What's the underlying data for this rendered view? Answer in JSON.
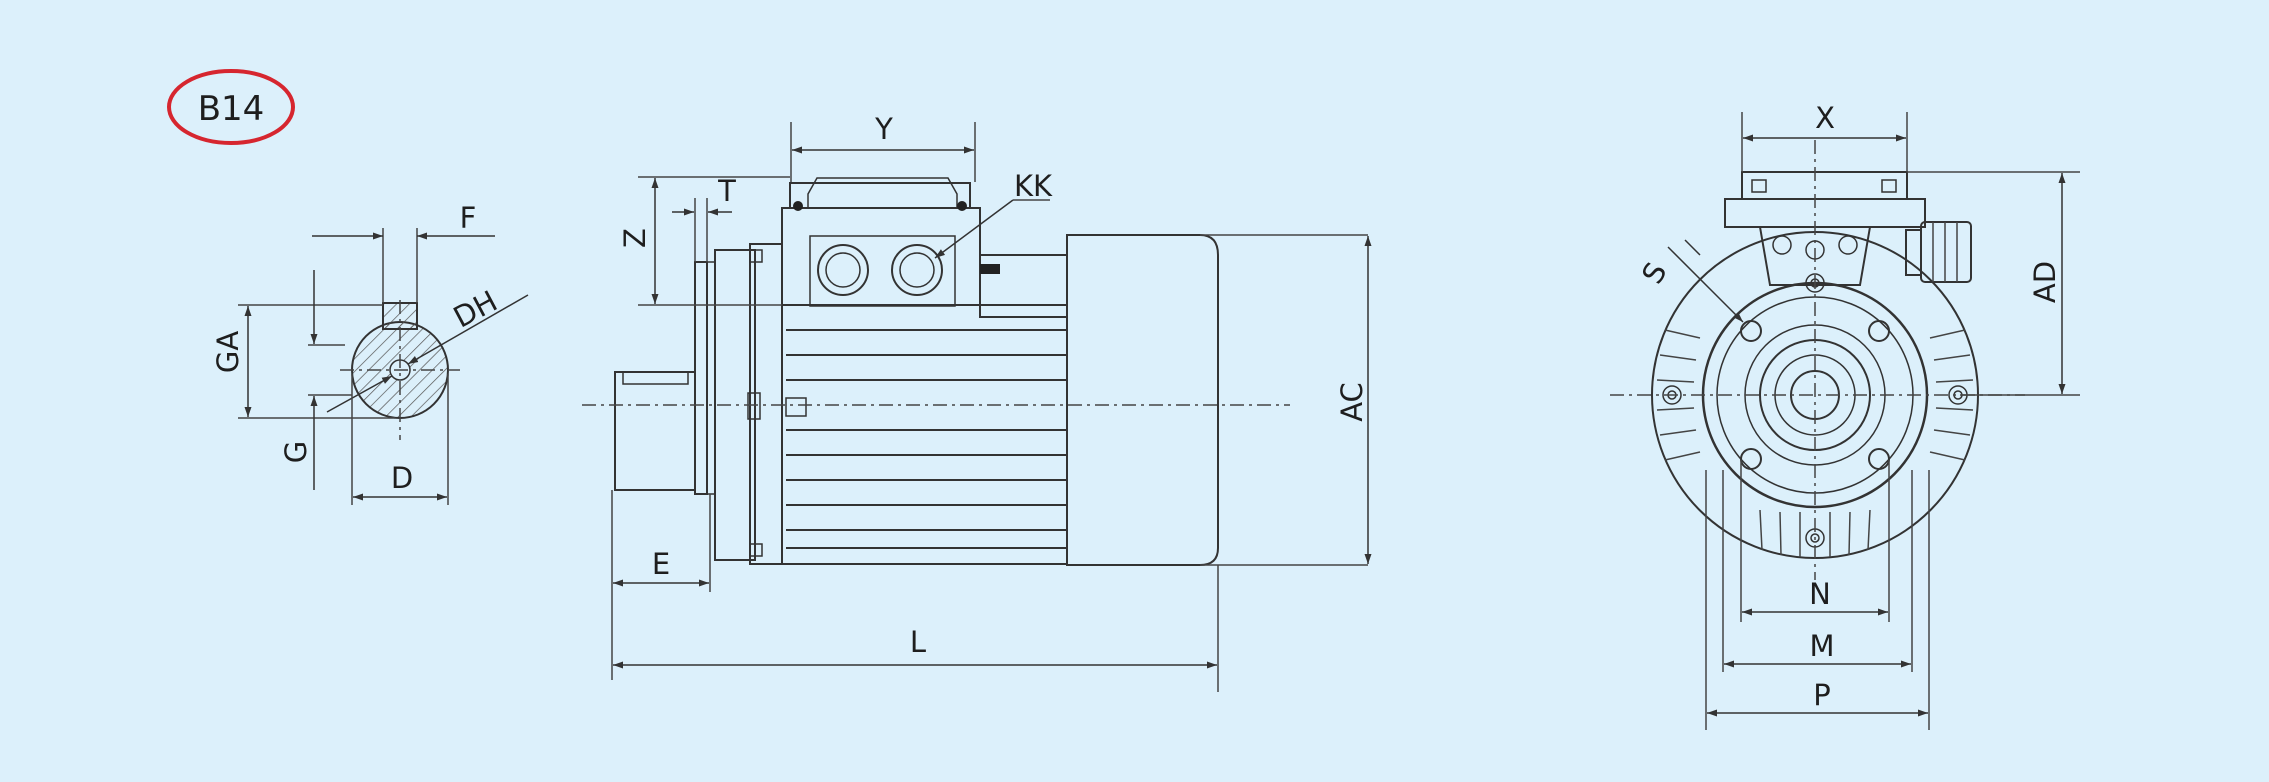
{
  "diagram": {
    "badge": "B14",
    "badge_color": "#d6262f",
    "background_color": "#dcf0fb",
    "labels": {
      "F": "F",
      "DH": "DH",
      "GA": "GA",
      "G": "G",
      "D": "D",
      "Y": "Y",
      "T": "T",
      "KK": "KK",
      "Z": "Z",
      "AC": "AC",
      "E": "E",
      "L": "L",
      "X": "X",
      "AD": "AD",
      "S": "S",
      "N": "N",
      "M": "M",
      "P": "P"
    }
  }
}
